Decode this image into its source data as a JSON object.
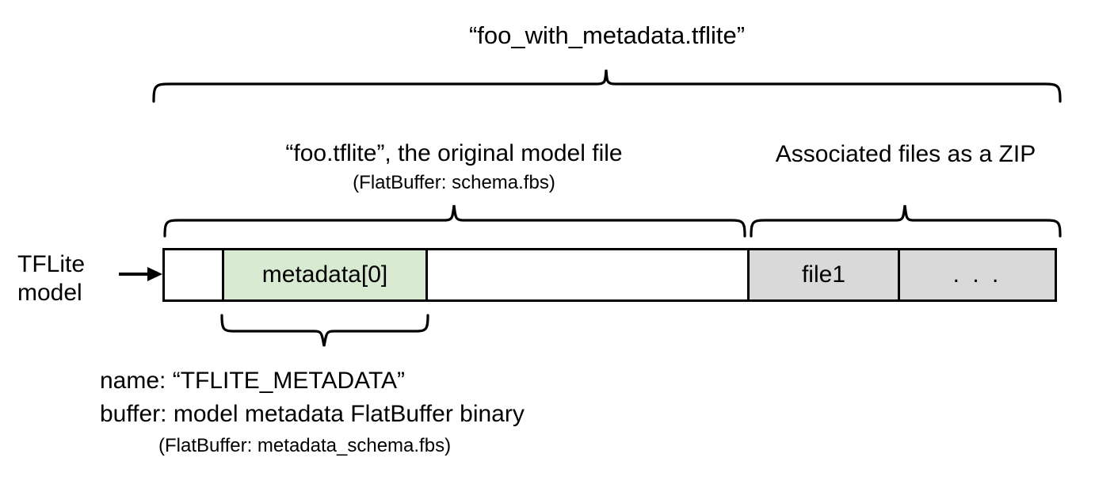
{
  "diagram": {
    "title": "“foo_with_metadata.tflite”",
    "left_label_line1": "TFLite",
    "left_label_line2": "model",
    "arrow_icon": "right-arrow-icon",
    "model_label_line1": "“foo.tflite”, the original model file",
    "model_label_line2": "(FlatBuffer: schema.fbs)",
    "zip_label": "Associated files as a ZIP",
    "cells": [
      {
        "id": "header-cell",
        "label": "",
        "fill": "#ffffff"
      },
      {
        "id": "metadata-cell",
        "label": "metadata[0]",
        "fill": "#d9ead3"
      },
      {
        "id": "body-cell",
        "label": "",
        "fill": "#ffffff"
      },
      {
        "id": "file1-cell",
        "label": "file1",
        "fill": "#d9d9d9"
      },
      {
        "id": "ellipsis-cell",
        "label": ". . .",
        "fill": "#d9d9d9"
      }
    ],
    "metadata_detail": {
      "line1": "name: “TFLITE_METADATA”",
      "line2": "buffer: model metadata FlatBuffer binary",
      "line3": "(FlatBuffer: metadata_schema.fbs)"
    },
    "colors": {
      "metadata_fill": "#d9ead3",
      "zip_fill": "#d9d9d9",
      "stroke": "#000000",
      "background": "#ffffff"
    }
  }
}
